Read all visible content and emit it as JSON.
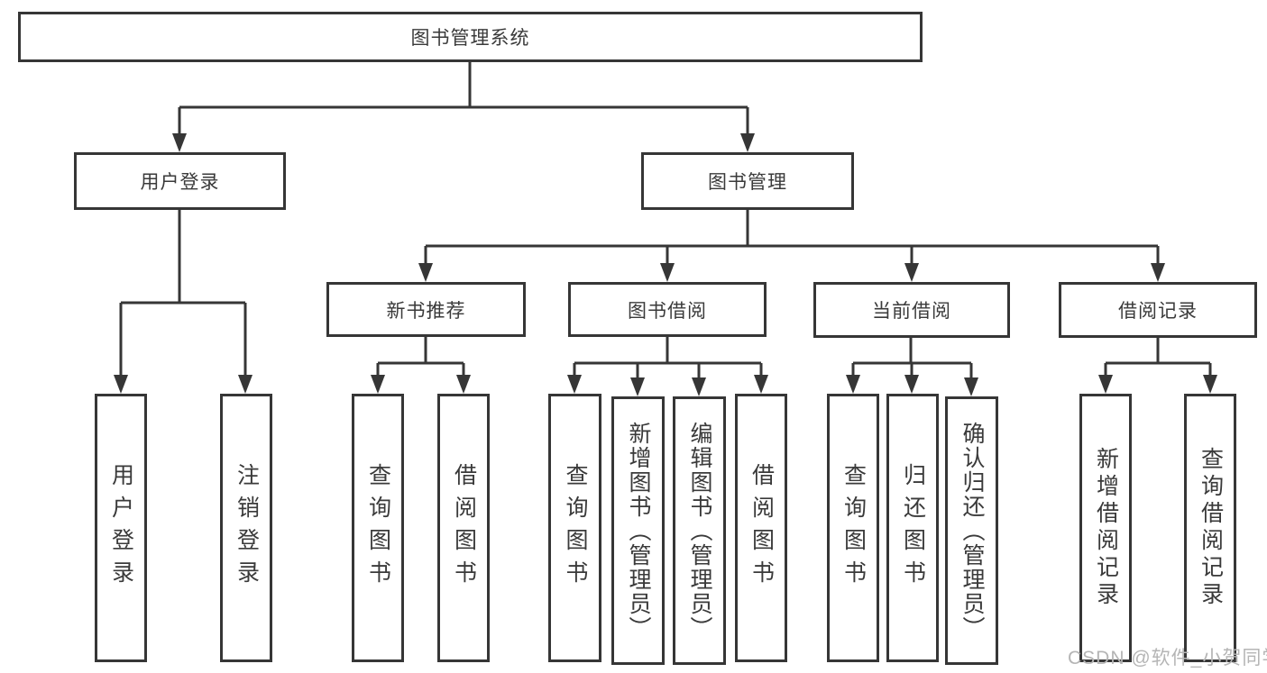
{
  "diagram": {
    "root": {
      "label": "图书管理系统"
    },
    "children": [
      {
        "label": "用户登录",
        "children": [
          {
            "label": "用户登录"
          },
          {
            "label": "注销登录"
          }
        ]
      },
      {
        "label": "图书管理",
        "children": [
          {
            "label": "新书推荐",
            "children": [
              {
                "label": "查询图书"
              },
              {
                "label": "借阅图书"
              }
            ]
          },
          {
            "label": "图书借阅",
            "children": [
              {
                "label": "查询图书"
              },
              {
                "label": "新增图书（管理员）"
              },
              {
                "label": "编辑图书（管理员）"
              },
              {
                "label": "借阅图书"
              }
            ]
          },
          {
            "label": "当前借阅",
            "children": [
              {
                "label": "查询图书"
              },
              {
                "label": "归还图书"
              },
              {
                "label": "确认归还（管理员）"
              }
            ]
          },
          {
            "label": "借阅记录",
            "children": [
              {
                "label": "新增借阅记录"
              },
              {
                "label": "查询借阅记录"
              }
            ]
          }
        ]
      }
    ]
  },
  "watermark": {
    "text": "CSDN @软件_小贺同学"
  },
  "colors": {
    "line": "#363636",
    "box_border": "#363636",
    "text": "#3a3a3a",
    "watermark": "#b5b5b5",
    "background": "#ffffff"
  }
}
